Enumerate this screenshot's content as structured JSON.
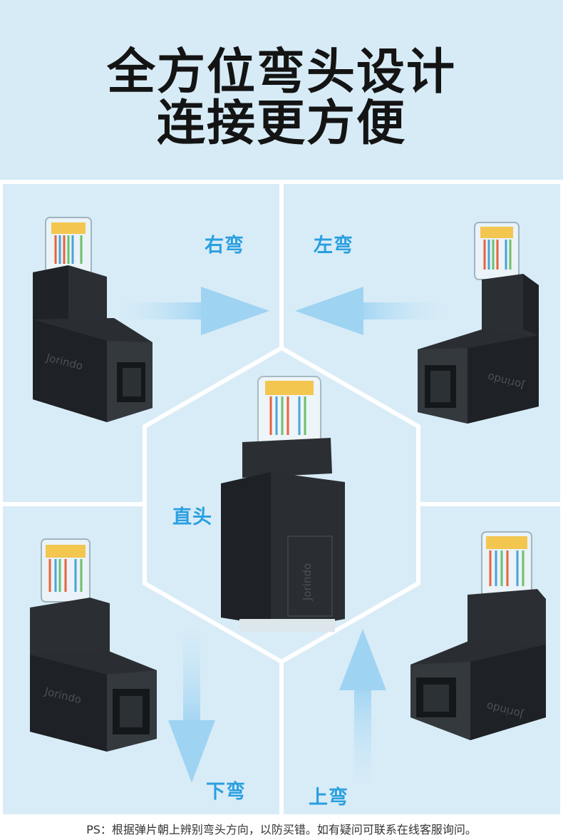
{
  "header": {
    "title_line1": "全方位弯头设计",
    "title_line2": "连接更方便"
  },
  "labels": {
    "right_bend": "右弯",
    "left_bend": "左弯",
    "straight": "直头",
    "down_bend": "下弯",
    "up_bend": "上弯"
  },
  "brand": "Jorindo",
  "footer": {
    "note": "PS：根据弹片朝上辨别弯头方向，以防买错。如有疑问可联系在线客服询问。"
  },
  "colors": {
    "accent_text": "#2a9fe0",
    "panel_bg": "#d8ecf7",
    "arrow": "#a9d9f5"
  }
}
